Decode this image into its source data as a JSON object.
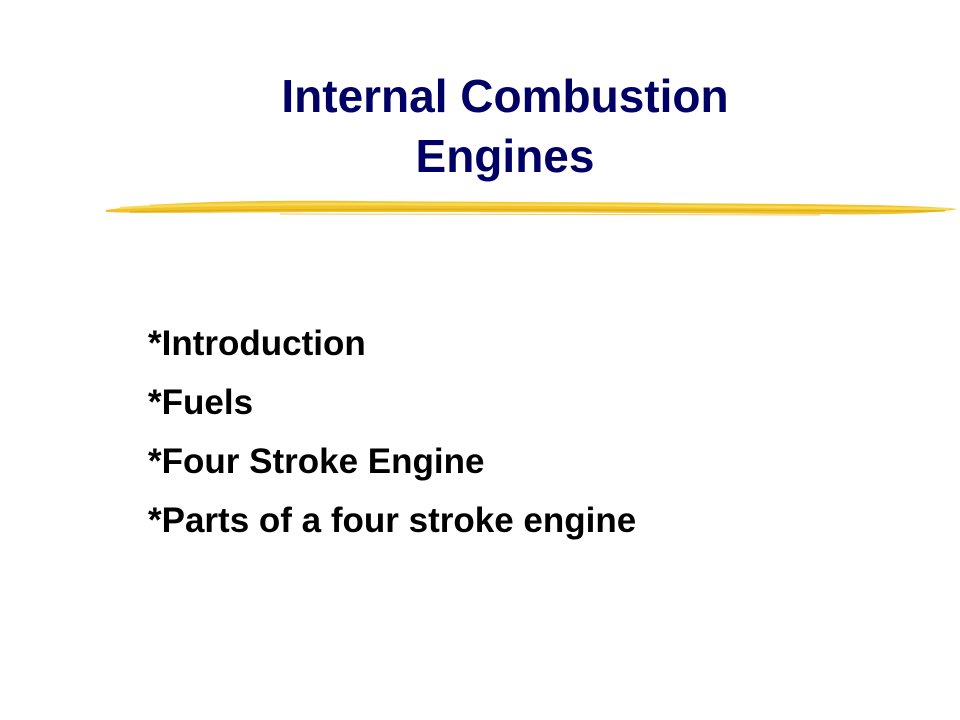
{
  "slide": {
    "title_line1": "Internal Combustion",
    "title_line2": "Engines",
    "bullets": [
      "*Introduction",
      "*Fuels",
      "*Four Stroke Engine",
      "*Parts of a four stroke engine"
    ]
  },
  "colors": {
    "title": "#000066",
    "underline": "#f0c020",
    "text": "#000000",
    "background": "#ffffff"
  }
}
